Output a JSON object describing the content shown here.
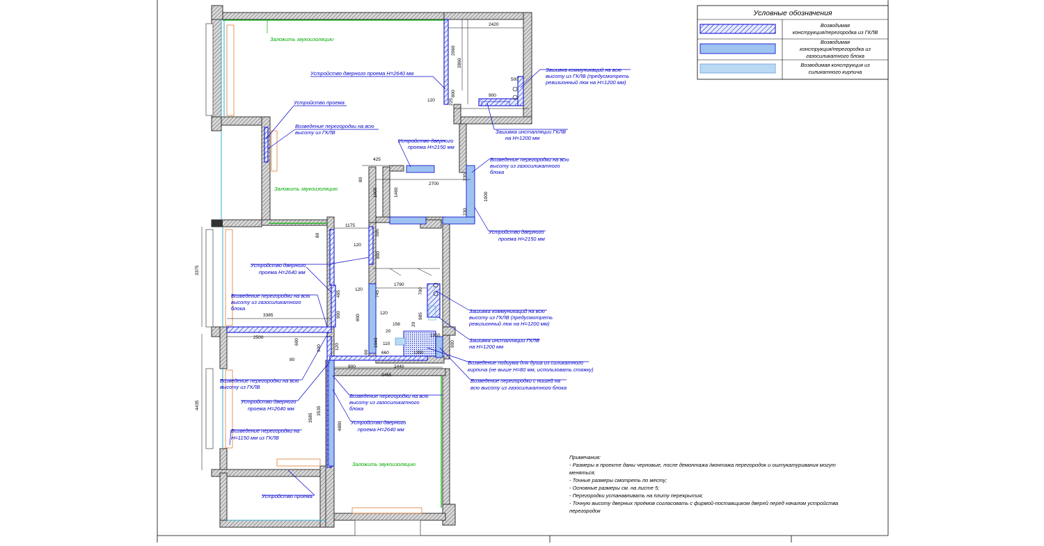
{
  "legend": {
    "title": "Условные обозначения",
    "items": [
      {
        "label_1": "Возводимая",
        "label_2": "конструкция/перегородка из ГКЛВ"
      },
      {
        "label_1": "Возводимая",
        "label_2": "конструкция/перегородка из",
        "label_3": "газосиликатного блока"
      },
      {
        "label_1": "Возводимая конструкция из",
        "label_2": "силикатного кирпича"
      }
    ]
  },
  "annotations": {
    "soundproof": "Заложить звукоизоляцию",
    "door_2640": "Устройство дверного проема Н=2640 мм",
    "opening": "Устройство проема",
    "partition_gklv_1": "Возведение перегородки на всю",
    "partition_gklv_2": "высоту из ГКЛВ",
    "door_2150_1": "Устройство дверного",
    "door_2150_2": "проема Н=2150 мм",
    "gsb_1": "Возведение перегородки на всю",
    "gsb_2": "высоту из газосиликатного",
    "gsb_3": "блока",
    "comm_1": "Зашивка коммуникаций на всю",
    "comm_2": "высоту из ГКЛВ (предусмотреть",
    "comm_3": "ревизионный люк на Н=1200 мм)",
    "inst_1": "Зашивка инсталляции ГКЛВ",
    "inst_2": "на Н=1200 мм",
    "door_2640_a": "Устройство дверного",
    "door_2640_b": "проема Н=2640 мм",
    "gsb_left_1": "Возведение перегородки на всю",
    "gsb_left_2": "высоту из газосиликатного",
    "gsb_left_3": "блока",
    "podium_1": "Возведение подиума для душа из силикатного",
    "podium_2": "кирпича (не выше Н=80 мм, использовать стяжку)",
    "niche_1": "Возведение перегородки с нишей на",
    "niche_2": "всю высоту из газосиликатного блока",
    "gklv_left_1": "Возведение перегородки на всю",
    "gklv_left_2": "высоту из ГКЛВ",
    "partial_1": "Возведение перегородки на",
    "partial_2": "Н=1150 мм из ГКЛВ"
  },
  "dimensions": {
    "d2420": "2420",
    "d2060": "2060",
    "d2860": "2860",
    "d500": "500",
    "d800": "800",
    "d900": "900",
    "d120": "120",
    "d425": "425",
    "d80": "80",
    "d1600": "1600",
    "d1460": "1460",
    "d2700": "2700",
    "d230": "230",
    "d1000": "1000",
    "d1175": "1175",
    "d595": "595",
    "d3375": "3375",
    "d1790": "1790",
    "d700": "700",
    "d495": "495",
    "d3385": "3385",
    "d985": "985",
    "d20": "20",
    "d156": "156",
    "d1350": "1350",
    "d1040": "1040",
    "d110": "110",
    "d660": "660",
    "d2500": "2500",
    "d600": "600",
    "d4435": "4435",
    "d2440": "2440",
    "d3465": "3465",
    "d3585": "3585",
    "d3535": "3535",
    "d4880": "4880",
    "d225": "225",
    "d745": "745"
  },
  "notes": {
    "title": "Примечания:",
    "line1": "- Размеры в проекте даны черновые, после демонтажа /монтажа перегородок и оштукатуривания могут",
    "line1b": "меняться;",
    "line2": "- Точные размеры смотреть по месту;",
    "line3": "- Основные размеры см. на листе 5;",
    "line4": "- Перегородки устанавливать на плиту перекрытия;",
    "line5": "- Точную высоту дверных проёмов согласовать с фирмой-поставщиком дверей перед началом устройства",
    "line5b": "перегородок"
  },
  "colors": {
    "annotation": "#0000cc",
    "soundproof": "#00aa00",
    "wall": "#333333",
    "gklv": "#0000cc"
  }
}
